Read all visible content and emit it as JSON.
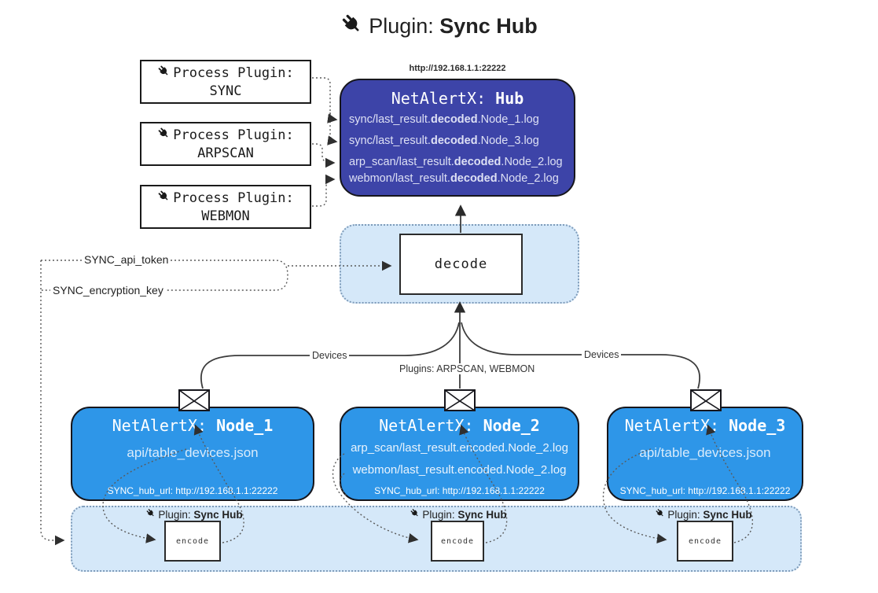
{
  "title": {
    "prefix": "Plugin: ",
    "bold": "Sync Hub"
  },
  "hub": {
    "url": "http://192.168.1.1:22222",
    "title_prefix": "NetAlertX: ",
    "title_bold": "Hub",
    "color": "#3d44a8",
    "lines": [
      {
        "pre": "sync/last_result.",
        "bold": "decoded",
        "post": ".Node_1.log"
      },
      {
        "pre": "sync/last_result.",
        "bold": "decoded",
        "post": ".Node_3.log"
      },
      {
        "pre": "arp_scan/last_result.",
        "bold": "decoded",
        "post": ".Node_2.log"
      },
      {
        "pre": "webmon/last_result.",
        "bold": "decoded",
        "post": ".Node_2.log"
      }
    ]
  },
  "process_plugins": [
    {
      "label": "Process Plugin:",
      "name": "SYNC"
    },
    {
      "label": "Process Plugin:",
      "name": "ARPSCAN"
    },
    {
      "label": "Process Plugin:",
      "name": "WEBMON"
    }
  ],
  "decode": {
    "label": "decode"
  },
  "config": {
    "api_token": "SYNC_api_token",
    "encryption_key": "SYNC_encryption_key"
  },
  "edges": {
    "devices_left": "Devices",
    "devices_right": "Devices",
    "plugins_mid": "Plugins: ARPSCAN, WEBMON"
  },
  "nodes": [
    {
      "title_prefix": "NetAlertX: ",
      "title_bold": "Node_1",
      "lines": [
        "api/table_devices.json"
      ],
      "hub_url": "SYNC_hub_url: http://192.168.1.1:22222"
    },
    {
      "title_prefix": "NetAlertX: ",
      "title_bold": "Node_2",
      "lines": [
        "arp_scan/last_result.encoded.Node_2.log",
        "webmon/last_result.encoded.Node_2.log"
      ],
      "hub_url": "SYNC_hub_url: http://192.168.1.1:22222"
    },
    {
      "title_prefix": "NetAlertX: ",
      "title_bold": "Node_3",
      "lines": [
        "api/table_devices.json"
      ],
      "hub_url": "SYNC_hub_url: http://192.168.1.1:22222"
    }
  ],
  "strip": {
    "label_prefix": "Plugin: ",
    "label_bold": "Sync Hub",
    "encode_label": "encode"
  },
  "colors": {
    "hub": "#3d44a8",
    "node": "#2e96e8",
    "panel": "#d5e8f9",
    "line": "#3c3c3c"
  }
}
